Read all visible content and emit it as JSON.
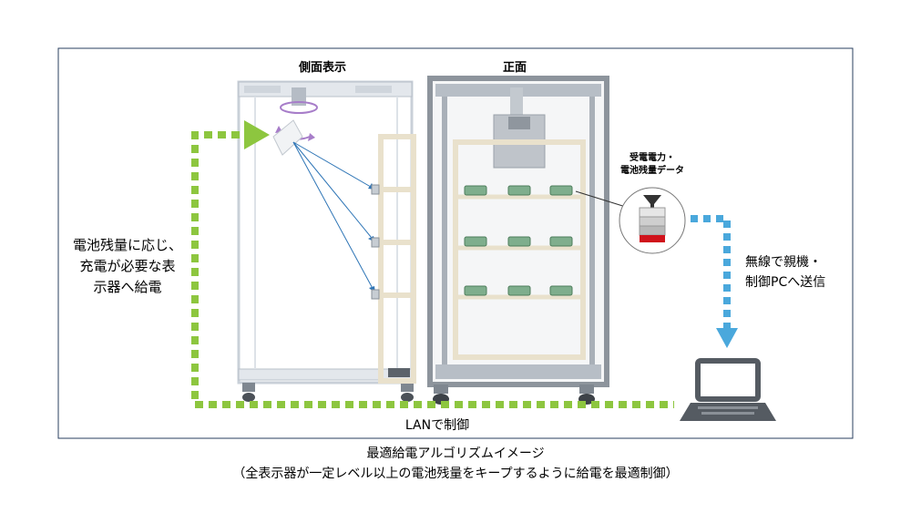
{
  "panel_titles": {
    "side": "側面表示",
    "front": "正面"
  },
  "callouts": {
    "power_left": [
      "電池残量に応じ、",
      "充電が必要な表",
      "示器へ給電"
    ],
    "sensor_data": [
      "受電電力・",
      "電池残量データ"
    ],
    "wireless": [
      "無線で親機・",
      "制御PCへ送信"
    ],
    "lan": "LANで制御"
  },
  "caption": {
    "line1": "最適給電アルゴリズムイメージ",
    "line2": "（全表示器が一定レベル以上の電池残量をキープするように給電を最適制御）"
  },
  "colors": {
    "green_dots": "#8dc63f",
    "blue_dots": "#4aa8dc",
    "beam_blue": "#2e75b6",
    "rotate_purple": "#a77dc9",
    "sensor_red": "#d0121b",
    "frame_border": "#2a3f5f"
  },
  "icons": [
    "rotation-arrow-icon",
    "laptop-icon",
    "down-arrow-icon",
    "wireless-sensor-icon",
    "receiver-icon"
  ]
}
